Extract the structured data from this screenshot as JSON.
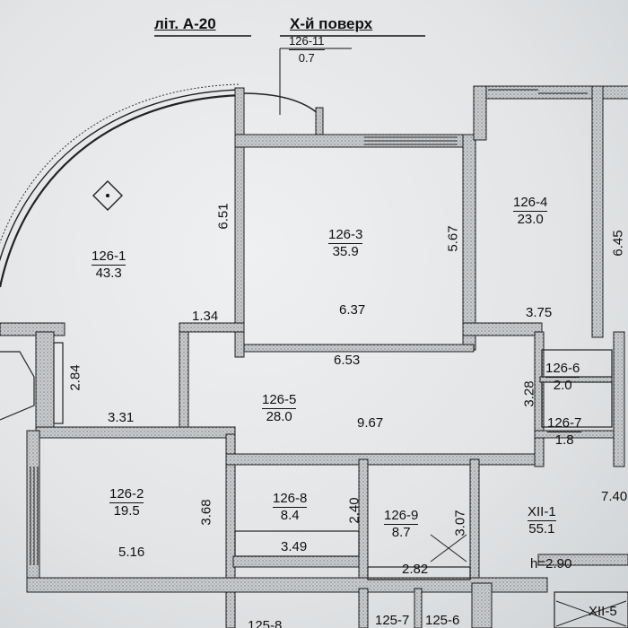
{
  "header": {
    "liter": "літ. А-20",
    "floor": "Х-й поверх"
  },
  "rooms": {
    "r126_11": {
      "num": "126-11",
      "area": "0.7"
    },
    "r126_1": {
      "num": "126-1",
      "area": "43.3"
    },
    "r126_3": {
      "num": "126-3",
      "area": "35.9"
    },
    "r126_4": {
      "num": "126-4",
      "area": "23.0"
    },
    "r126_5": {
      "num": "126-5",
      "area": "28.0"
    },
    "r126_6": {
      "num": "126-6",
      "area": "2.0"
    },
    "r126_7": {
      "num": "126-7",
      "area": "1.8"
    },
    "r126_2": {
      "num": "126-2",
      "area": "19.5"
    },
    "r126_8": {
      "num": "126-8",
      "area": "8.4"
    },
    "r126_9": {
      "num": "126-9",
      "area": "8.7"
    },
    "rXII_1": {
      "num": "ХІІ-1",
      "area": "55.1"
    },
    "r125_8": {
      "num": "125-8"
    },
    "r125_7": {
      "num": "125-7"
    },
    "r125_6": {
      "num": "125-6"
    },
    "rXII_5": {
      "num": "ХІІ-5"
    }
  },
  "dims": {
    "d651": "6.51",
    "d567": "5.67",
    "d637": "6.37",
    "d375": "3.75",
    "d134": "1.34",
    "d653": "6.53",
    "d284": "2.84",
    "d331": "3.31",
    "d967": "9.67",
    "d328": "3.28",
    "d368": "3.68",
    "d240": "2.40",
    "d307": "3.07",
    "d516": "5.16",
    "d349": "3.49",
    "d282": "2.82",
    "d740": "7.40",
    "d645": "6.45"
  },
  "height_note": "h=2.90"
}
